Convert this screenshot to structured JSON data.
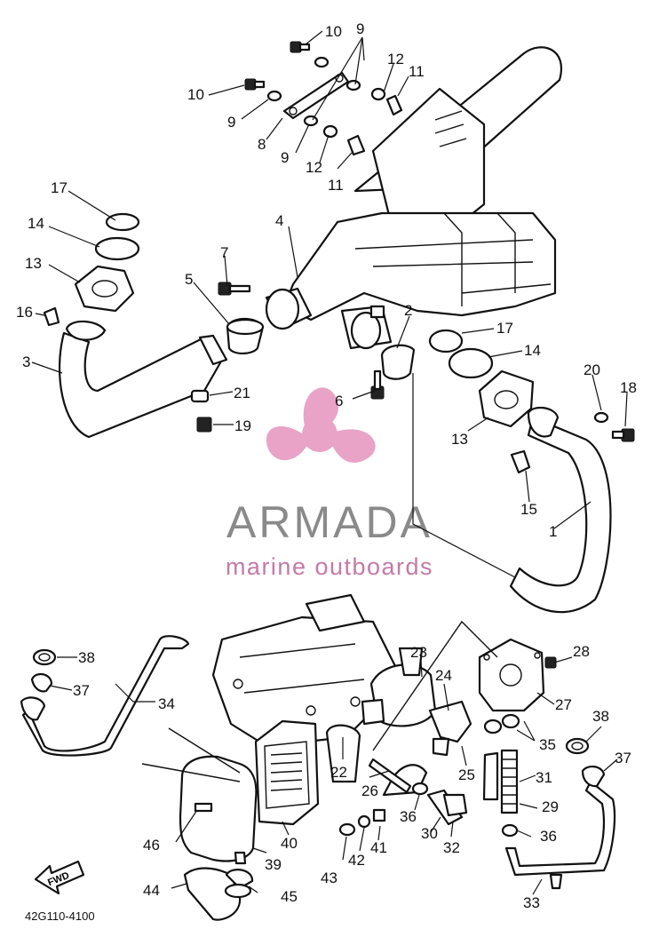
{
  "watermark": {
    "brand": "ARMADA",
    "tagline": "marine outboards",
    "brand_color": "#8a8a8a",
    "tagline_color": "#c47aa6",
    "logo_color": "#e9a3c7"
  },
  "diagram_code": "42G110-4100",
  "fwd_label": "FWD",
  "callouts": [
    "1",
    "2",
    "3",
    "4",
    "5",
    "6",
    "7",
    "8",
    "9",
    "9",
    "9",
    "10",
    "10",
    "11",
    "11",
    "12",
    "12",
    "13",
    "13",
    "14",
    "14",
    "15",
    "16",
    "17",
    "17",
    "18",
    "19",
    "20",
    "21",
    "22",
    "23",
    "24",
    "25",
    "26",
    "27",
    "28",
    "29",
    "30",
    "31",
    "32",
    "33",
    "34",
    "35",
    "36",
    "36",
    "37",
    "37",
    "38",
    "38",
    "39",
    "40",
    "41",
    "42",
    "43",
    "44",
    "45",
    "46"
  ]
}
